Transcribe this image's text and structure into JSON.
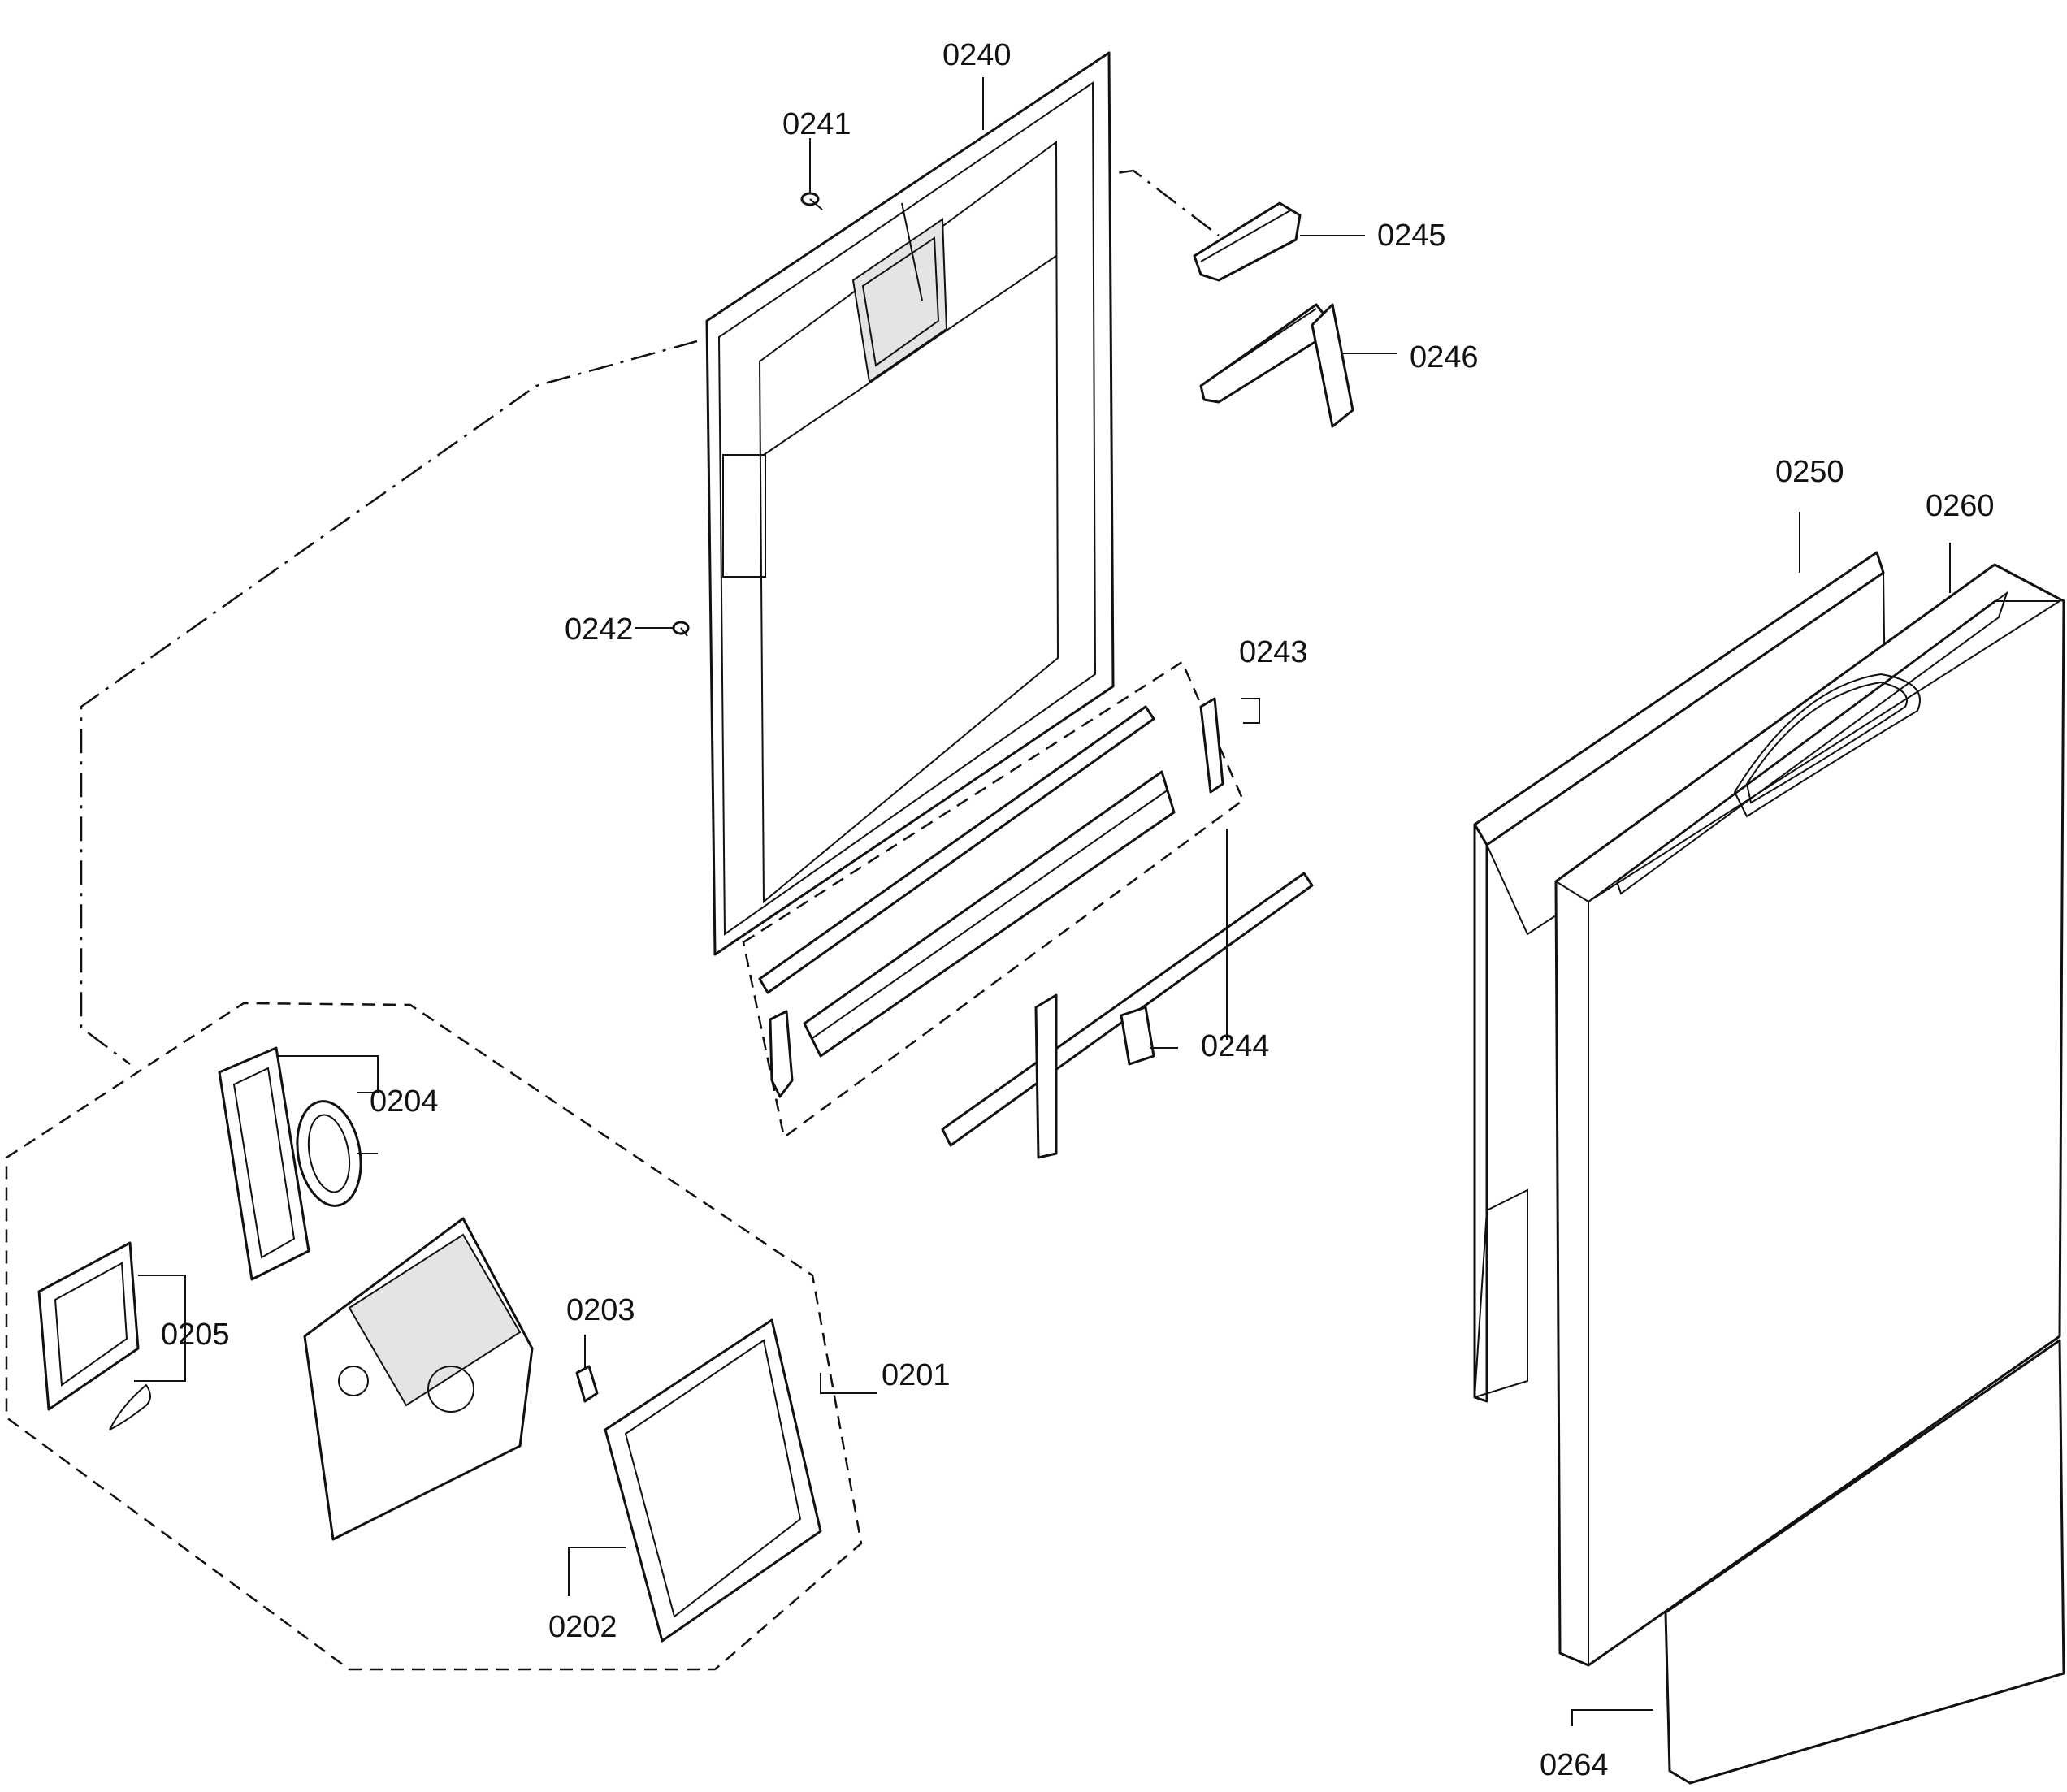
{
  "callouts": {
    "p0201": "0201",
    "p0202": "0202",
    "p0203": "0203",
    "p0204": "0204",
    "p0205": "0205",
    "p0240": "0240",
    "p0241": "0241",
    "p0242": "0242",
    "p0243": "0243",
    "p0244": "0244",
    "p0245": "0245",
    "p0246": "0246",
    "p0250": "0250",
    "p0260": "0260",
    "p0264": "0264"
  }
}
